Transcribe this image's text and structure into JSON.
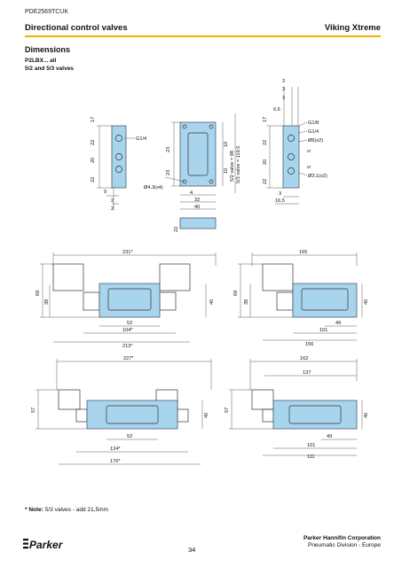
{
  "header": {
    "doc_code": "PDE2569TCUK",
    "title": "Directional control valves",
    "brand": "Viking Xtreme"
  },
  "section": {
    "title": "Dimensions",
    "model_line": "P2LBX... all",
    "valve_line": "5/2 and 5/3 valves"
  },
  "dimensions": {
    "top_left": [
      "17",
      "22",
      "20",
      "22",
      "G1/4",
      "9",
      "2",
      "2"
    ],
    "top_mid": [
      "23",
      "23",
      "10",
      "10",
      "Ø4.3(x4)",
      "4",
      "32",
      "40",
      "22",
      "5/2 valve = 98",
      "5/3 valve = 119.5"
    ],
    "top_right": [
      "3",
      "3",
      "3",
      "6.6",
      "17",
      "22",
      "20",
      "22",
      "G1/8",
      "G1/4",
      "Ø6(x2)",
      "5",
      "5",
      "Ø3.1(x2)",
      "3",
      "16.5"
    ],
    "mid_left": [
      "231*",
      "69",
      "38",
      "40",
      "52",
      "104*",
      "213*"
    ],
    "mid_right": [
      "165",
      "69",
      "38",
      "40",
      "49",
      "101",
      "156"
    ],
    "bot_left": [
      "227*",
      "57",
      "40",
      "52",
      "124*",
      "176*"
    ],
    "bot_right": [
      "162",
      "137",
      "57",
      "40",
      "49",
      "101",
      "111"
    ]
  },
  "colors": {
    "accent": "#f2b200",
    "valve_body": "#a9d4ee",
    "valve_edge": "#3a4a5a"
  },
  "footer": {
    "note_label": "* Note:",
    "note_text": " 5/3 valves - add 21,5mm",
    "logo_text": "Parker",
    "page": "34",
    "corp_name": "Parker Hannifin Corporation",
    "corp_division": "Pneumatic Division - Europe"
  }
}
